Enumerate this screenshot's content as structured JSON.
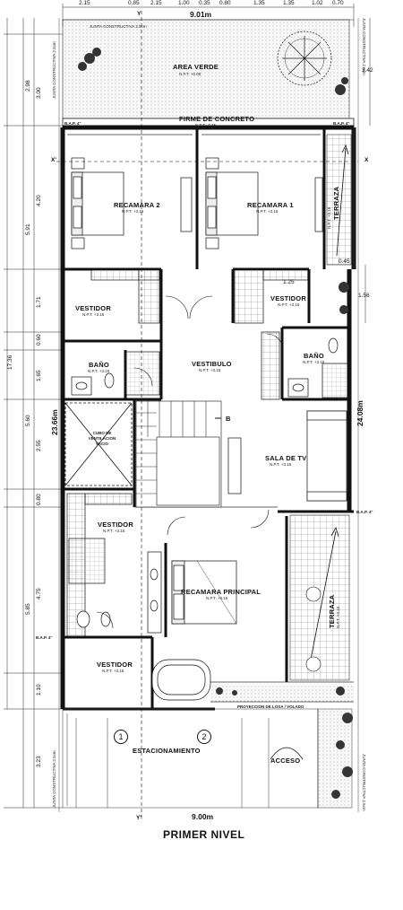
{
  "plan": {
    "title": "PRIMER NIVEL",
    "overall_width_top": "9.01m",
    "overall_width_bottom": "9.00m",
    "depth_left": "23.66m",
    "depth_right": "24.08m",
    "total_left": "17.36",
    "section_marks": [
      "X'",
      "X",
      "Y",
      "Y'"
    ],
    "top_dims": [
      "2.15",
      "0.85",
      "2.15",
      "1.00",
      "0.35",
      "0.80",
      "1.35",
      "1.35",
      "1.02",
      "0.70"
    ],
    "left_dims": [
      "2.98",
      "3.00",
      "4.20",
      "5.91",
      "1.71",
      "0.60",
      "1.65",
      "5.60",
      "2.55",
      "0.80",
      "4.75",
      "5.85",
      "1.10",
      "3.23"
    ],
    "right_dims": [
      "3.42",
      "1.25",
      "1.56",
      "0.45"
    ],
    "rooms": [
      {
        "name": "AREA VERDE",
        "sub": "N.P.T. +0.00"
      },
      {
        "name": "FIRME DE CONCRETO",
        "sub": "N.P.T. -0.45"
      },
      {
        "name": "RECAMARA 2",
        "sub": "N.P.T. +3.15"
      },
      {
        "name": "RECAMARA 1",
        "sub": "N.P.T. +3.15"
      },
      {
        "name": "TERRAZA",
        "sub": "N.P.T. +3.15"
      },
      {
        "name": "VESTIDOR",
        "sub": "N.P.T. +3.15"
      },
      {
        "name": "VESTIDOR",
        "sub": "N.P.T. +3.15"
      },
      {
        "name": "BAÑO",
        "sub": "N.P.T. +3.15"
      },
      {
        "name": "VESTIBULO",
        "sub": "N.P.T. +3.15"
      },
      {
        "name": "BAÑO",
        "sub": "N.P.T. +3.15"
      },
      {
        "name": "CUBO DE VENTILACION VACIO",
        "sub": ""
      },
      {
        "name": "SALA DE TV",
        "sub": "N.P.T. +3.15"
      },
      {
        "name": "VESTIDOR",
        "sub": "N.P.T. +3.15"
      },
      {
        "name": "RECAMARA PRINCIPAL",
        "sub": "N.P.T. +3.15"
      },
      {
        "name": "TERRAZA",
        "sub": "N.P.T. +3.15"
      },
      {
        "name": "VESTIDOR",
        "sub": "N.P.T. +3.15"
      },
      {
        "name": "ESTACIONAMIENTO",
        "sub": ""
      },
      {
        "name": "ACCESO",
        "sub": ""
      }
    ],
    "notes": {
      "junta_top": "JUNTA CONSTRUCTIVA 2.5cm",
      "junta_left": "JUNTA CONSTRUCTIVA 2.5cm",
      "junta_right": "JUNTA CONSTRUCTIVA 2.5cm",
      "bap": "B.A.P. 4\"",
      "proyeccion": "PROYECCION DE LOSA / VOLADO",
      "stair_b": "B",
      "parking_1": "1",
      "parking_2": "2"
    }
  }
}
